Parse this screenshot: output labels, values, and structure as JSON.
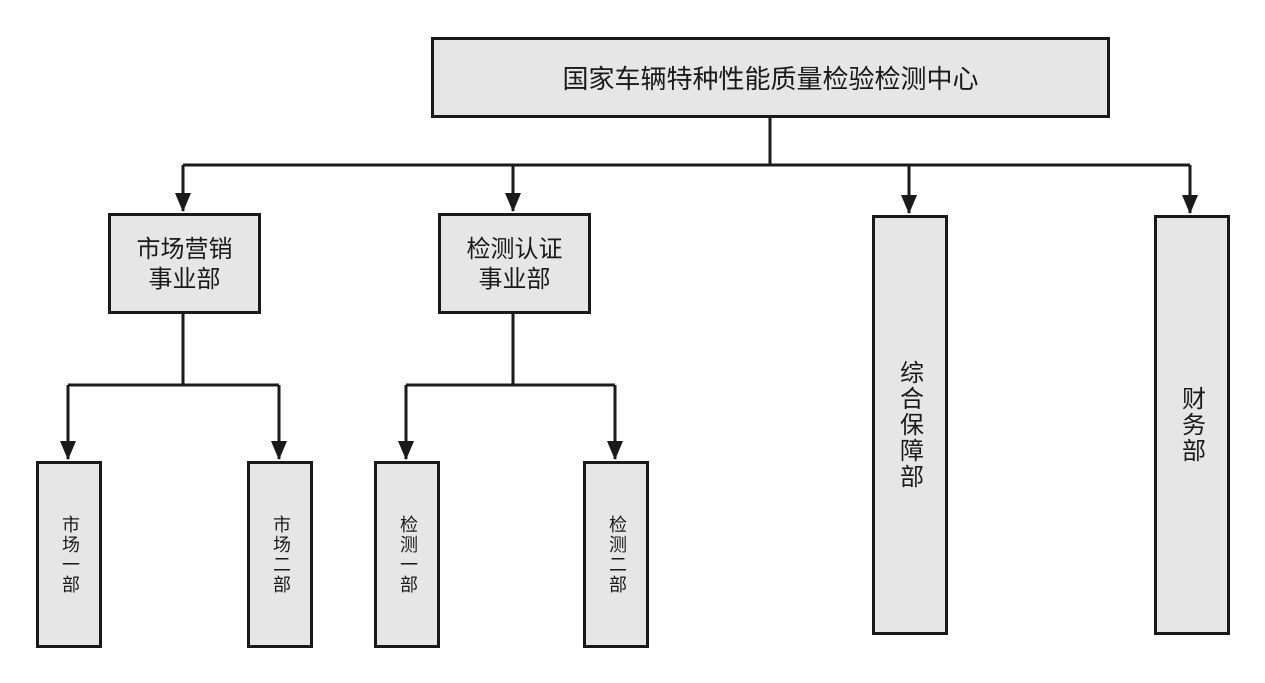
{
  "org_chart": {
    "root": {
      "label": "国家车辆特种性能质量检验检测中心"
    },
    "divisions": [
      {
        "label": "市场营销\n事业部",
        "children": [
          {
            "label": "市场一部"
          },
          {
            "label": "市场二部"
          }
        ]
      },
      {
        "label": "检测认证\n事业部",
        "children": [
          {
            "label": "检测一部"
          },
          {
            "label": "检测二部"
          }
        ]
      },
      {
        "label": "综合保障部"
      },
      {
        "label": "财务部"
      }
    ]
  },
  "colors": {
    "box_fill": "#e6e6e6",
    "stroke": "#1a1a1a",
    "background": "#ffffff"
  }
}
